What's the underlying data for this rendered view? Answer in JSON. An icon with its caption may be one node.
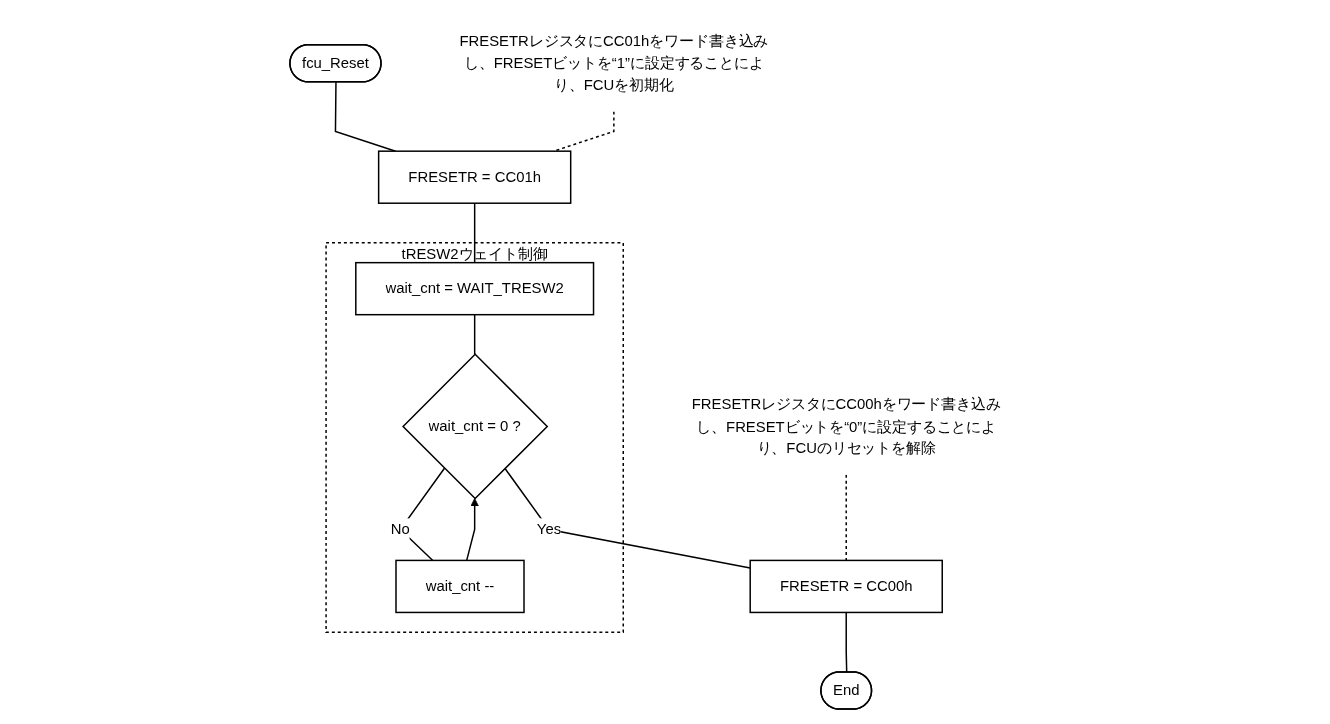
{
  "diagram": {
    "nodes": [
      {
        "text": [
          "fcu_Reset"
        ]
      },
      {
        "text": [
          "FRESETR = CC01h"
        ]
      },
      {
        "text": [
          "FRESETRレジスタにCC01hをワード書き込みし、FRESETビットを“1”に設定することにより、FCUを初期化"
        ]
      },
      {
        "text": [
          "tRESW2ウェイト制御"
        ]
      },
      {
        "text": [
          "wait_cnt = WAIT_TRESW2"
        ],
        "in": 3
      },
      {
        "text": [
          "wait_cnt = 0 ?"
        ],
        "in": 3
      },
      {
        "text": [
          "wait_cnt --"
        ],
        "in": 3
      },
      {
        "text": [
          "FRESETR = CC00h"
        ]
      },
      {
        "text": [
          "FRESETRレジスタにCC00hをワード書き込みし、FRESETビットを“0”に設定することにより、FCUのリセットを解除"
        ]
      },
      {
        "text": [
          "End"
        ]
      }
    ],
    "edges": [
      {
        "from": 0,
        "to": 1,
        "arrow": "none"
      },
      {
        "from": 2,
        "to": 1,
        "arrow": "none",
        "style": "dashed"
      },
      {
        "from": 1,
        "to": 4,
        "arrow": "none"
      },
      {
        "from": 4,
        "to": 5,
        "arrow": "none"
      },
      {
        "from": 5,
        "to": 6,
        "arrow": "none",
        "label": "No"
      },
      {
        "from": 6,
        "to": 5,
        "arrow": "to"
      },
      {
        "from": 5,
        "to": 7,
        "arrow": "none",
        "label": "Yes"
      },
      {
        "from": 8,
        "to": 7,
        "arrow": "none",
        "style": "dashed"
      },
      {
        "from": 7,
        "to": 9,
        "arrow": "none"
      }
    ]
  }
}
